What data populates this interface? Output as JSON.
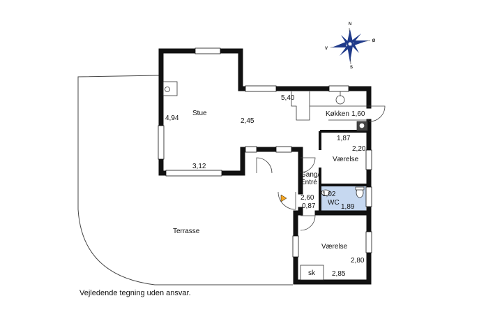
{
  "rooms": {
    "stue": "Stue",
    "kokken": "Køkken",
    "vaerelse_upper": "Værelse",
    "gang_line1": "Gang/",
    "gang_line2": "Entré",
    "wc": "WC",
    "vaerelse_lower": "Værelse",
    "sk": "sk",
    "terrasse": "Terrasse"
  },
  "dimensions": {
    "d540": "5,40",
    "d494": "4,94",
    "d245": "2,45",
    "d312": "3,12",
    "d160": "1,60",
    "d187": "1,87",
    "d220": "2,20",
    "d260": "2,60",
    "d087": "0,87",
    "d102": "1,02",
    "d189": "1,89",
    "d280": "2,80",
    "d285": "2,85"
  },
  "compass": {
    "north": "N",
    "south": "S",
    "west": "V",
    "east": "Ø"
  },
  "colors": {
    "wall": "#111111",
    "wc_fill": "#c6d8f0",
    "compass_fill": "#1f3a8a",
    "entry_arrow": "#f5a623"
  },
  "caption": "Vejledende tegning uden ansvar."
}
